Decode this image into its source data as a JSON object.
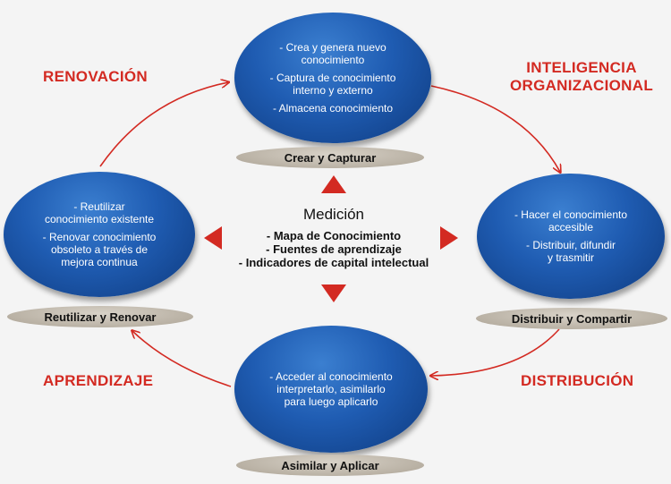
{
  "corners": {
    "top_left": "RENOVACIÓN",
    "top_right": [
      "INTELIGENCIA",
      "ORGANIZACIONAL"
    ],
    "bottom_left": "APRENDIZAJE",
    "bottom_right": "DISTRIBUCIÓN"
  },
  "stages": {
    "top": {
      "label": "Crear y Capturar",
      "items": [
        [
          "- Crea y genera nuevo",
          "conocimiento"
        ],
        [
          "- Captura de conocimiento",
          "interno y externo"
        ],
        [
          "- Almacena conocimiento"
        ]
      ]
    },
    "right": {
      "label": "Distribuir y Compartir",
      "items": [
        [
          "- Hacer el conocimiento",
          "accesible"
        ],
        [
          "- Distribuir, difundir",
          "y trasmitir"
        ]
      ]
    },
    "bottom": {
      "label": "Asimilar y Aplicar",
      "items": [
        [
          "- Acceder al conocimiento",
          "interpretarlo, asimilarlo",
          "para luego aplicarlo"
        ]
      ]
    },
    "left": {
      "label": "Reutilizar y Renovar",
      "items": [
        [
          "- Reutilizar",
          "conocimiento existente"
        ],
        [
          "- Renovar conocimiento",
          "obsoleto a través de",
          "mejora continua"
        ]
      ]
    }
  },
  "center": {
    "title": "Medición",
    "items": [
      "- Mapa de Conocimiento",
      "- Fuentes de aprendizaje",
      "- Indicadores de capital intelectual"
    ]
  },
  "colors": {
    "accent_red": "#d32a22",
    "ellipse_blue": "#1f5cb2",
    "pill_gray": "#b9b1a4"
  }
}
